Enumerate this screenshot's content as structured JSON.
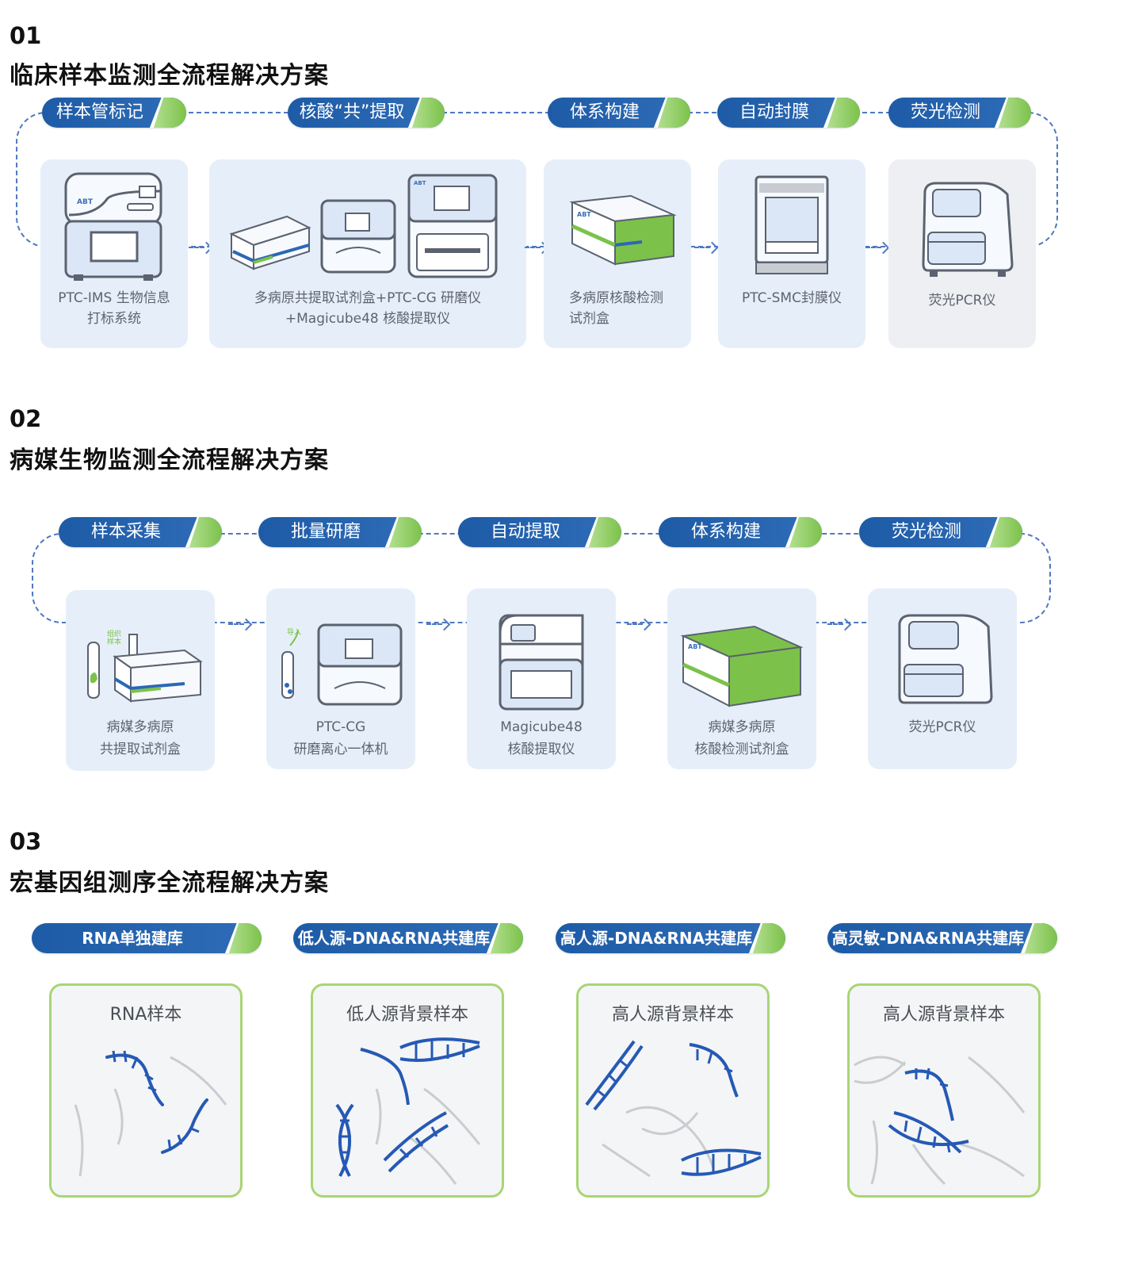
{
  "sections": [
    {
      "num": "01",
      "title": "临床样本监测全流程解决方案",
      "steps": [
        "样本管标记",
        "核酸“共”提取",
        "体系构建",
        "自动封膜",
        "荧光检测"
      ],
      "cards": [
        {
          "line1": "PTC-IMS 生物信息",
          "line2": "打标系统"
        },
        {
          "line1": "多病原共提取试剂盒+PTC-CG 研磨仪",
          "line2": "+Magicube48 核酸提取仪"
        },
        {
          "line1": "多病原核酸检测",
          "line2": "试剂盒"
        },
        {
          "line1": "PTC-SMC封膜仪",
          "line2": ""
        },
        {
          "line1": "荧光PCR仪",
          "line2": ""
        }
      ]
    },
    {
      "num": "02",
      "title": "病媒生物监测全流程解决方案",
      "steps": [
        "样本采集",
        "批量研磨",
        "自动提取",
        "体系构建",
        "荧光检测"
      ],
      "cards": [
        {
          "line1": "病媒多病原",
          "line2": "共提取试剂盒",
          "illus": [
            "组织",
            "样本"
          ]
        },
        {
          "line1": "PTC-CG",
          "line2": "研磨离心一体机",
          "illus": [
            "导入"
          ]
        },
        {
          "line1": "Magicube48",
          "line2": "核酸提取仪"
        },
        {
          "line1": "病媒多病原",
          "line2": "核酸检测试剂盒"
        },
        {
          "line1": "荧光PCR仪",
          "line2": ""
        }
      ]
    },
    {
      "num": "03",
      "title": "宏基因组测序全流程解决方案",
      "steps": [
        "RNA单独建库",
        "低人源-DNA&RNA共建库",
        "高人源-DNA&RNA共建库",
        "高灵敏-DNA&RNA共建库"
      ],
      "tiles": [
        "RNA样本",
        "低人源背景样本",
        "高人源背景样本",
        "高人源背景样本"
      ]
    }
  ],
  "brand_mark": "ABT",
  "icons": [
    "arrow-right-icon",
    "dna-icon",
    "instrument-icon",
    "kit-box-icon"
  ],
  "colors": {
    "pill_blue": "#2360ab",
    "pill_green": "#86c653",
    "card_bg": "#e6eff9",
    "dash": "#4f79c0",
    "dna_blue": "#2559b5",
    "dna_gray": "#c9ccd0",
    "tile_border": "#a8d575"
  }
}
